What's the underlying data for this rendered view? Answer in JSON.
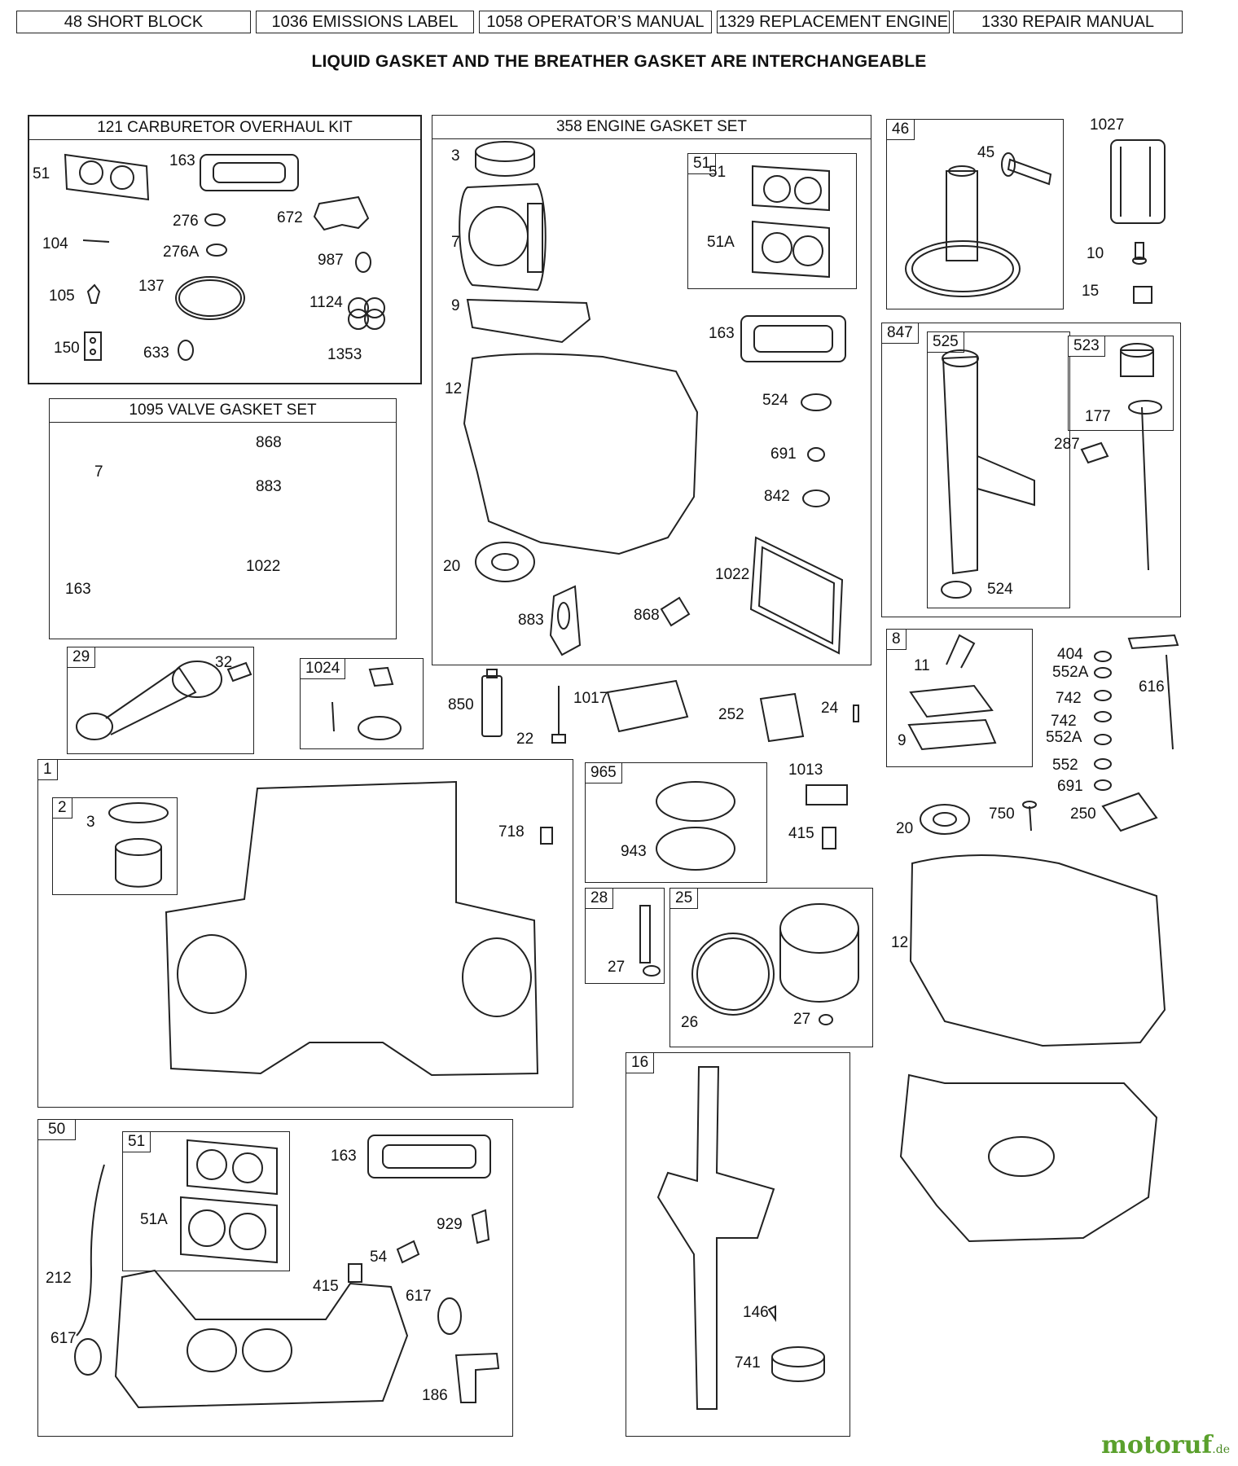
{
  "header_buttons": [
    "48 SHORT BLOCK",
    "1036 EMISSIONS LABEL",
    "1058 OPERATOR’S MANUAL",
    "1329 REPLACEMENT ENGINE",
    "1330 REPAIR MANUAL"
  ],
  "note": "LIQUID GASKET AND THE BREATHER GASKET ARE INTERCHANGEABLE",
  "box_titles": {
    "carb_kit": "121 CARBURETOR OVERHAUL KIT",
    "engine_gasket": "358 ENGINE GASKET SET",
    "valve_gasket": "1095 VALVE GASKET SET"
  },
  "group_tags": [
    "46",
    "847",
    "525",
    "523",
    "8",
    "29",
    "1024",
    "1",
    "2",
    "965",
    "28",
    "25",
    "16",
    "50",
    "51",
    "51"
  ],
  "part_labels": [
    "51",
    "163",
    "276",
    "672",
    "104",
    "276A",
    "987",
    "105",
    "137",
    "1124",
    "150",
    "633",
    "1353",
    "3",
    "7",
    "51",
    "51A",
    "9",
    "163",
    "12",
    "524",
    "691",
    "842",
    "20",
    "1022",
    "883",
    "868",
    "45",
    "1027",
    "10",
    "15",
    "177",
    "287",
    "524",
    "7",
    "868",
    "883",
    "1022",
    "163",
    "11",
    "9",
    "404",
    "552A",
    "742",
    "742",
    "552A",
    "616",
    "552",
    "691",
    "32",
    "850",
    "22",
    "1017",
    "252",
    "24",
    "3",
    "718",
    "1013",
    "943",
    "415",
    "20",
    "750",
    "250",
    "12",
    "27",
    "26",
    "27",
    "163",
    "51A",
    "929",
    "212",
    "54",
    "415",
    "617",
    "617",
    "186",
    "146",
    "741"
  ],
  "watermark": {
    "brand": "motoruf",
    "tld": ".de"
  }
}
